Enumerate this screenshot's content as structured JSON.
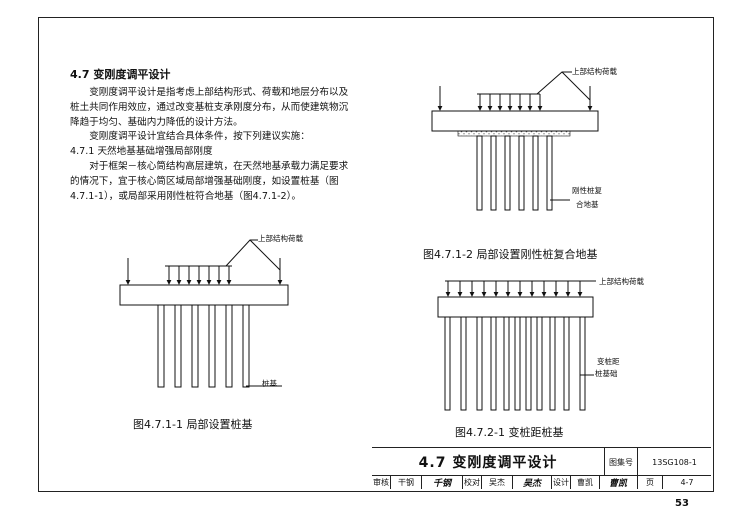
{
  "section": {
    "title": "4.7 变刚度调平设计",
    "paragraphs": [
      "变刚度调平设计是指考虑上部结构形式、荷载和地层分布以及桩土共同作用效应，通过改变基桩支承刚度分布，从而使建筑物沉降趋于均匀、基础内力降低的设计方法。",
      "变刚度调平设计宜结合具体条件，按下列建议实施：",
      "4.7.1 天然地基基础增强局部刚度",
      "对于框架－核心筒结构高层建筑，在天然地基承载力满足要求的情况下，宜于核心筒区域局部增强基础刚度，如设置桩基（图4.7.1-1），或局部采用刚性桩符合地基（图4.7.1-2）。"
    ]
  },
  "figures": {
    "fig1": {
      "load_label": "上部结构荷载",
      "pile_label": "桩基",
      "caption": "图4.7.1-1  局部设置桩基"
    },
    "fig2": {
      "load_label": "上部结构荷载",
      "pile_label_1": "刚性桩复",
      "pile_label_2": "合地基",
      "caption": "图4.7.1-2  局部设置刚性桩复合地基"
    },
    "fig3": {
      "load_label": "上部结构荷载",
      "pile_label_1": "变桩距",
      "pile_label_2": "桩基础",
      "caption": "图4.7.2-1  变桩距桩基"
    }
  },
  "title_block": {
    "title": "4.7  变刚度调平设计",
    "atlas_label": "图集号",
    "atlas_no": "13SG108-1",
    "review_label": "审核",
    "reviewer": "干钢",
    "reviewer_sig": "千钢",
    "check_label": "校对",
    "checker": "吴杰",
    "checker_sig": "吴杰",
    "design_label": "设计",
    "designer": "曹凯",
    "designer_sig": "曹凯",
    "page_label": "页",
    "page_no": "4-7"
  },
  "page_number": "53"
}
